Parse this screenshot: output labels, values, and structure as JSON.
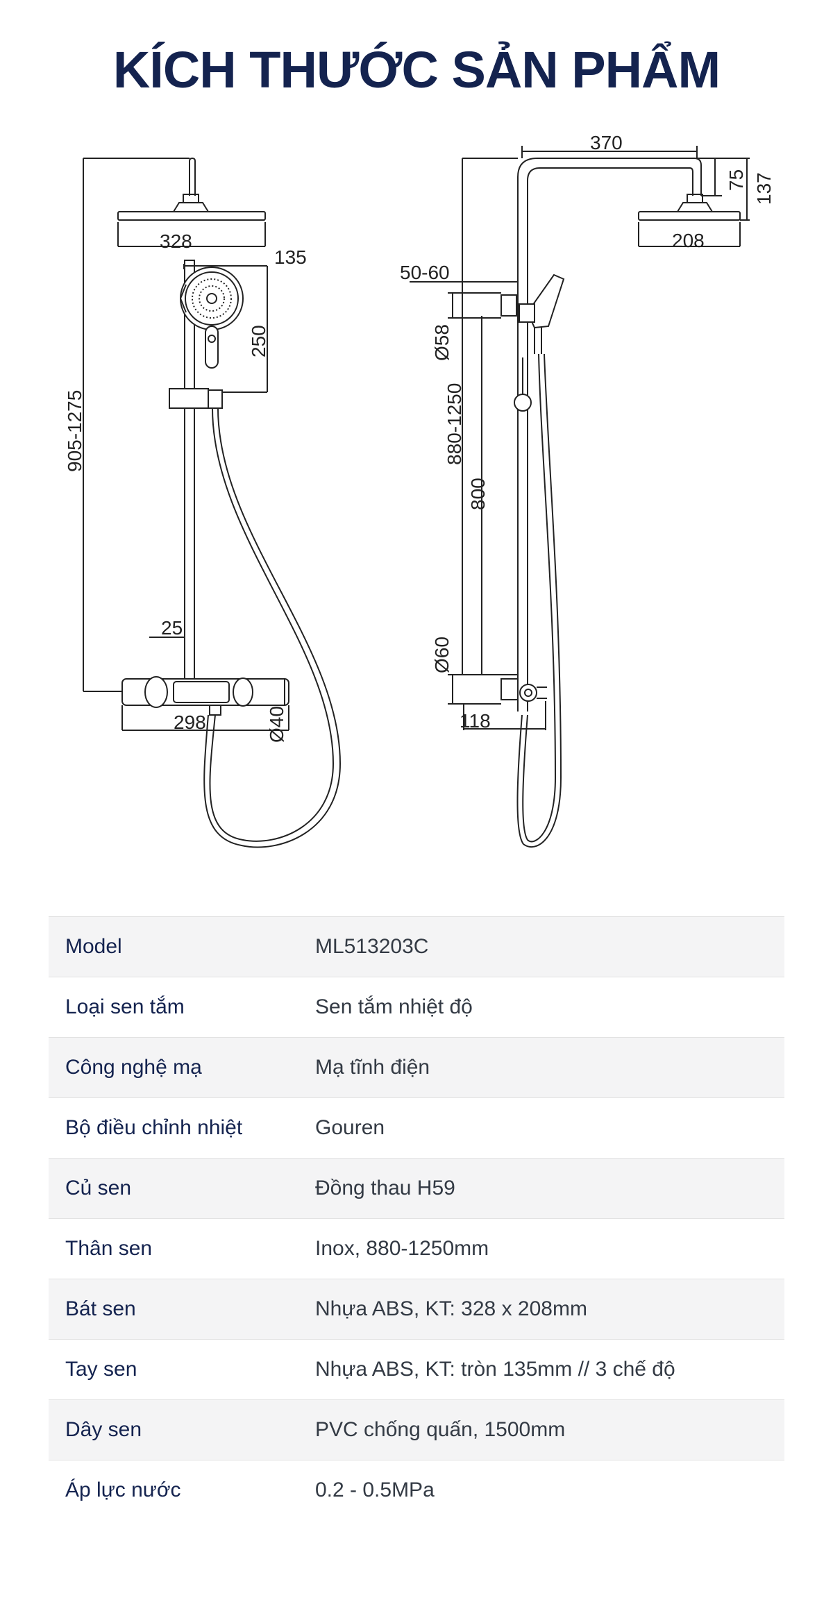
{
  "title": "KÍCH THƯỚC SẢN PHẨM",
  "dimensions": {
    "front": {
      "height_range": "905-1275",
      "head_width": "328",
      "hand_shower_dia": "135",
      "hand_shower_len": "250",
      "wall_offset": "25",
      "valve_width": "298",
      "valve_dia": "Ø40"
    },
    "side": {
      "arm_reach": "370",
      "drop": "75",
      "head_height": "137",
      "head_depth": "208",
      "holder_offset": "50-60",
      "bracket_dia": "Ø58",
      "bar_range": "880-1250",
      "bar_len": "800",
      "valve_dia": "Ø60",
      "valve_depth": "118"
    }
  },
  "specs": [
    {
      "label": "Model",
      "value": "ML513203C"
    },
    {
      "label": "Loại sen tắm",
      "value": "Sen tắm nhiệt độ"
    },
    {
      "label": "Công nghệ mạ",
      "value": "Mạ tĩnh điện"
    },
    {
      "label": "Bộ điều chỉnh nhiệt",
      "value": "Gouren"
    },
    {
      "label": "Củ sen",
      "value": "Đồng thau H59"
    },
    {
      "label": "Thân sen",
      "value": "Inox, 880-1250mm"
    },
    {
      "label": "Bát sen",
      "value": "Nhựa ABS, KT: 328 x 208mm"
    },
    {
      "label": "Tay sen",
      "value": "Nhựa ABS, KT: tròn 135mm // 3 chế độ"
    },
    {
      "label": "Dây sen",
      "value": "PVC chống quấn, 1500mm"
    },
    {
      "label": "Áp lực nước",
      "value": "0.2 - 0.5MPa"
    }
  ]
}
